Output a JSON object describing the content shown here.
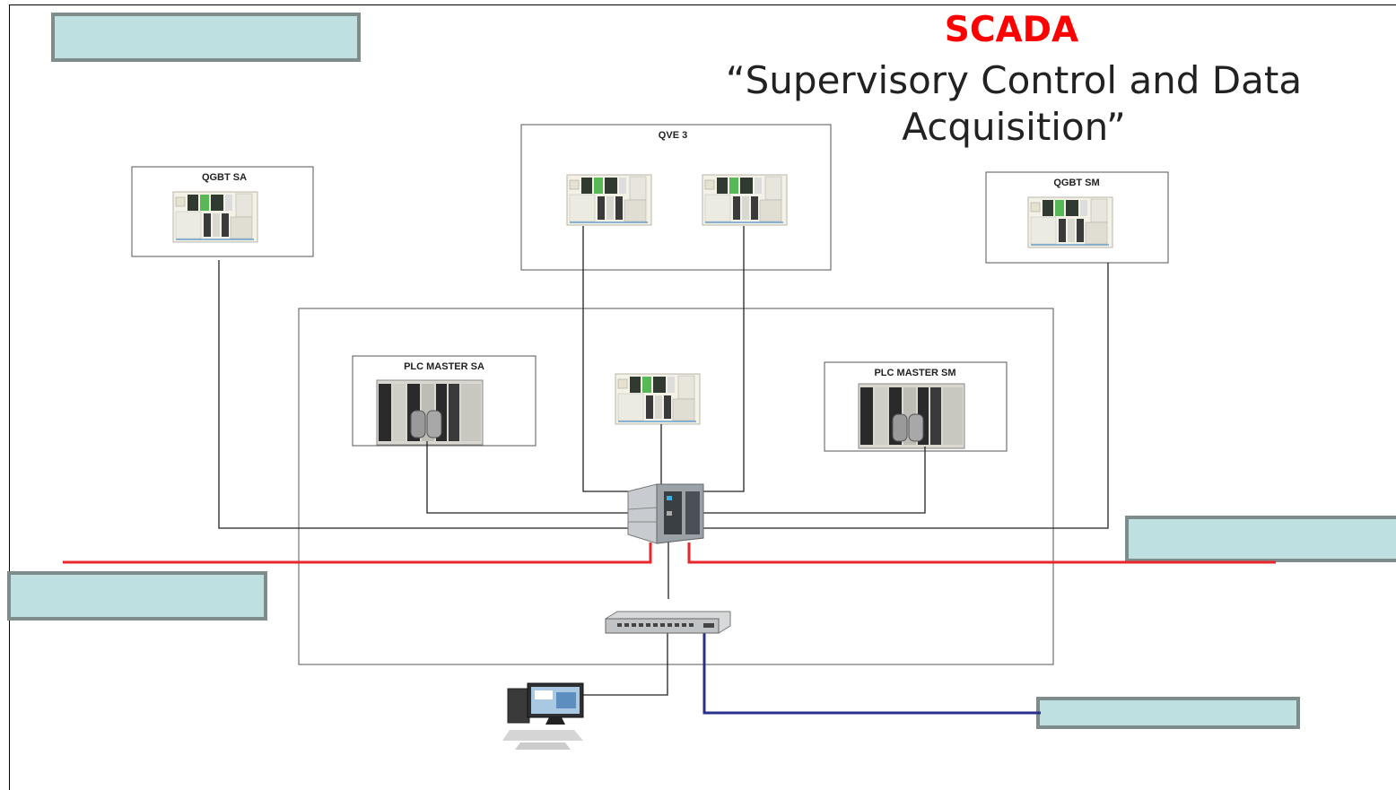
{
  "title": {
    "heading": "SCADA",
    "subtitle": "“Supervisory Control and Data Acquisition”"
  },
  "devices": {
    "qgbt_sa": "QGBT SA",
    "qve": "QVE 3",
    "qgbt_sm": "QGBT SM",
    "plc_master_sa": "PLC MASTER SA",
    "plc_master_sm": "PLC MASTER SM"
  },
  "colors": {
    "label_box_fill": "#bfe0e0",
    "label_box_border": "#7f8c8c",
    "red_bus": "#e8262b",
    "blue_link": "#2b2f8c",
    "title_red": "#ff0000"
  }
}
